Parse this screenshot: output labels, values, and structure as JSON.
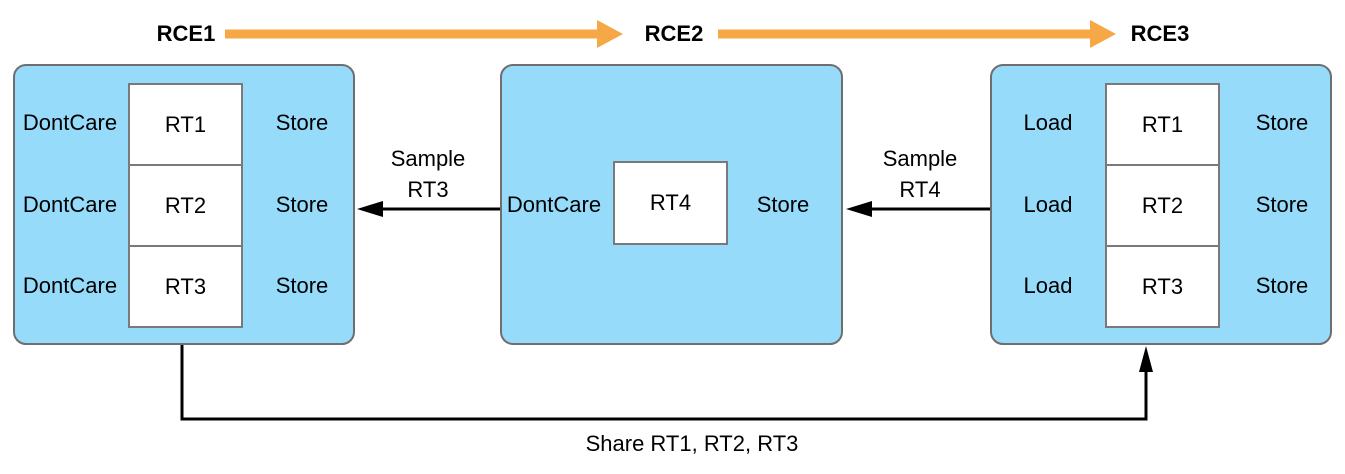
{
  "colors": {
    "background": "#FFFFFF",
    "encoder_fill": "#97DBFB",
    "encoder_border": "#6E6E6E",
    "rt_box_fill": "#FFFFFF",
    "rt_box_border": "#7A7A7A",
    "flow_arrow": "#F5A845",
    "dependency_arrow": "#000000",
    "text": "#000000"
  },
  "header": {
    "stage_labels": [
      "RCE1",
      "RCE2",
      "RCE3"
    ]
  },
  "encoders": [
    {
      "name": "RCE1",
      "attachments": [
        {
          "load": "DontCare",
          "target": "RT1",
          "store": "Store"
        },
        {
          "load": "DontCare",
          "target": "RT2",
          "store": "Store"
        },
        {
          "load": "DontCare",
          "target": "RT3",
          "store": "Store"
        }
      ]
    },
    {
      "name": "RCE2",
      "attachments": [
        {
          "load": "DontCare",
          "target": "RT4",
          "store": "Store"
        }
      ]
    },
    {
      "name": "RCE3",
      "attachments": [
        {
          "load": "Load",
          "target": "RT1",
          "store": "Store"
        },
        {
          "load": "Load",
          "target": "RT2",
          "store": "Store"
        },
        {
          "load": "Load",
          "target": "RT3",
          "store": "Store"
        }
      ]
    }
  ],
  "dependencies": {
    "sample_rt3": {
      "line1": "Sample",
      "line2": "RT3"
    },
    "sample_rt4": {
      "line1": "Sample",
      "line2": "RT4"
    },
    "share": {
      "label": "Share RT1, RT2, RT3"
    }
  }
}
